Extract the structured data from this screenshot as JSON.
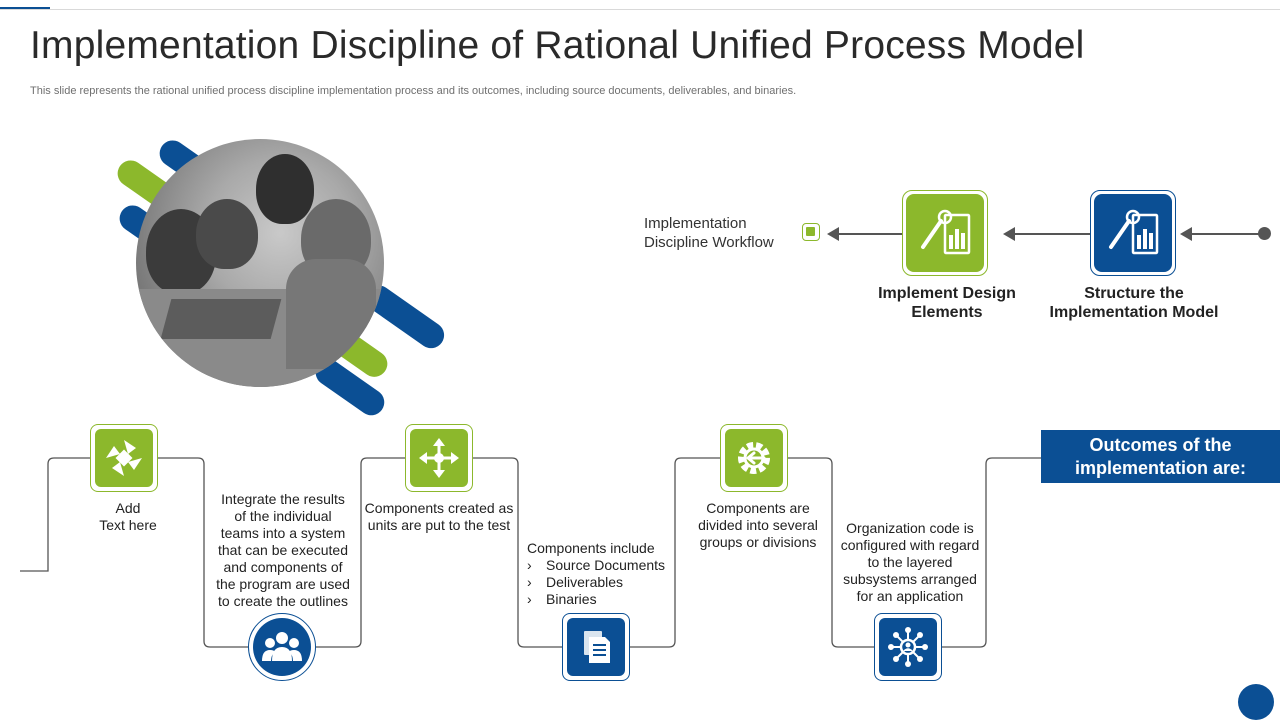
{
  "slide": {
    "title": "Implementation Discipline of Rational Unified Process Model",
    "subtitle": "This slide represents the rational unified process discipline implementation process and its outcomes, including source documents, deliverables, and binaries."
  },
  "workflow": {
    "label": "Implementation\nDiscipline Workflow",
    "steps": [
      {
        "caption": "Structure the\nImplementation Model",
        "color": "#0b4f94",
        "icon": "design-chart-icon"
      },
      {
        "caption": "Implement Design\nElements",
        "color": "#8cb82c",
        "icon": "design-chart-icon"
      }
    ]
  },
  "process": {
    "steps": [
      {
        "text": "Add\nText here",
        "icon": "handshake-loop-icon"
      },
      {
        "text": "Integrate the results\nof the individual\nteams into a system\nthat can be executed\nand components of\nthe program are used\nto create the outlines",
        "icon": "team-icon"
      },
      {
        "text": "Components created as\nunits are put to the test",
        "icon": "arrows-move-icon"
      },
      {
        "intro": "Components include",
        "items": [
          "Source Documents",
          "Deliverables",
          "Binaries"
        ],
        "icon": "documents-icon"
      },
      {
        "text": "Components are\ndivided into several\ngroups or divisions",
        "icon": "gear-arrow-icon"
      },
      {
        "text": "Organization code is\nconfigured with regard\nto the layered\nsubsystems arranged\nfor an application",
        "icon": "network-user-icon"
      }
    ],
    "outcome_label": "Outcomes of the\nimplementation are:"
  },
  "colors": {
    "primary": "#0b4f94",
    "accent": "#8cb82c",
    "line": "#555555"
  }
}
